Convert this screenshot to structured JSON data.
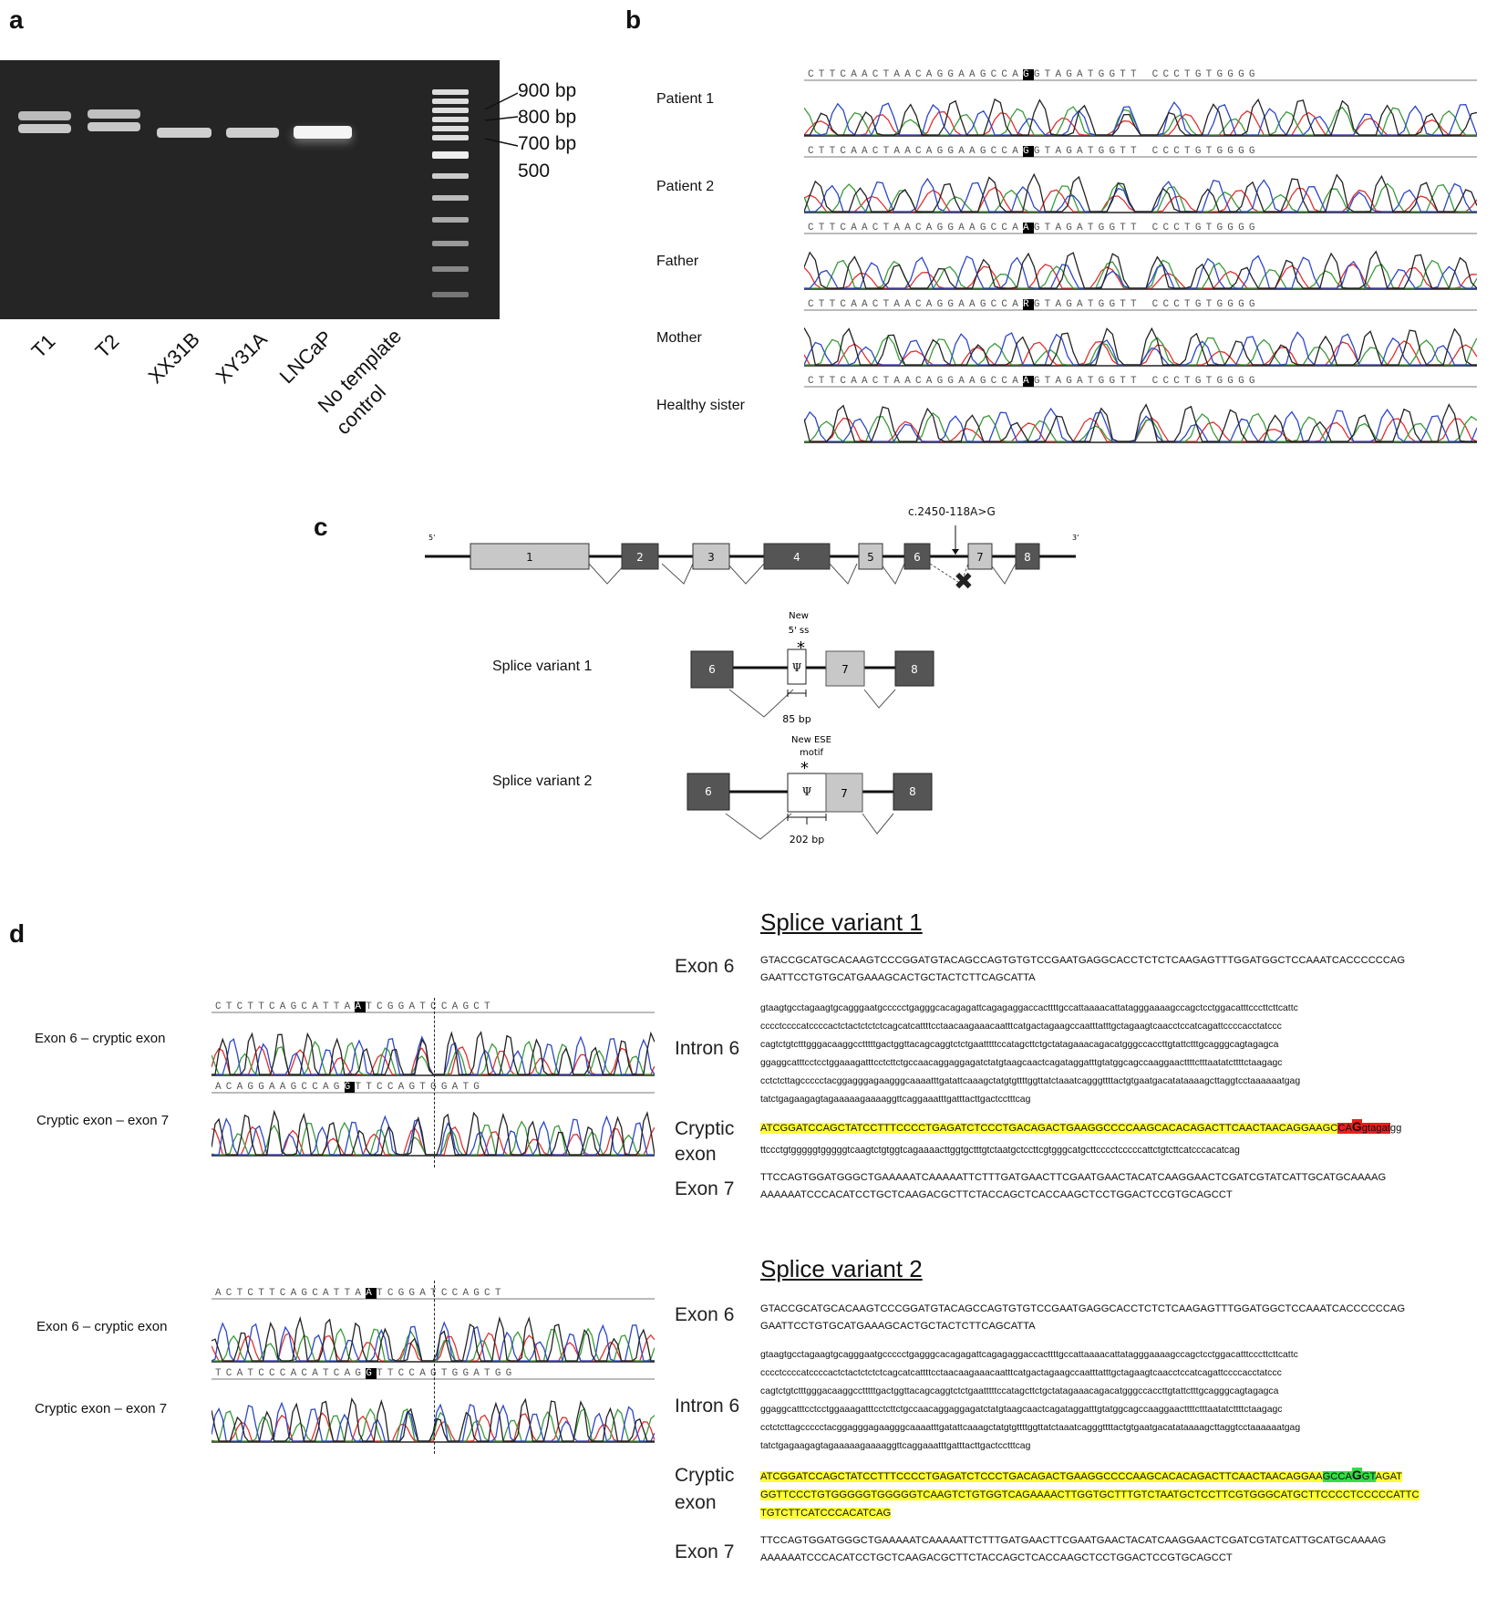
{
  "panel_a": {
    "letter": "a",
    "lanes": [
      "T1",
      "T2",
      "XX31B",
      "XY31A",
      "LNCaP",
      "No template",
      "control"
    ],
    "bp_labels": [
      "900 bp",
      "800 bp",
      "700 bp",
      "500"
    ]
  },
  "panel_b": {
    "letter": "b",
    "samples": [
      "Patient 1",
      "Patient 2",
      "Father",
      "Mother",
      "Healthy sister"
    ],
    "ref_seq": "CTTCAACTAACAGGAAGCCA",
    "ref_seq_tail": "GTAGATGGTT CCCTGTGGGG",
    "variant_bases": [
      "G",
      "G",
      "A",
      "R",
      "A"
    ]
  },
  "panel_c": {
    "letter": "c",
    "mutation": "c.2450-118A>G",
    "prime5": "5'",
    "prime3": "3'",
    "exons": [
      "1",
      "2",
      "3",
      "4",
      "5",
      "6",
      "7",
      "8"
    ],
    "variant1": {
      "label": "Splice variant 1",
      "note_line1": "New",
      "note_line2": "5' ss",
      "size": "85 bp",
      "psi": "Ψ",
      "exons": [
        "6",
        "7",
        "8"
      ]
    },
    "variant2": {
      "label": "Splice variant 2",
      "note_line1": "New ESE",
      "note_line2": "motif",
      "size": "202 bp",
      "psi": "Ψ",
      "exons": [
        "6",
        "7",
        "8"
      ]
    }
  },
  "panel_d": {
    "letter": "d",
    "trace_labels": [
      "Exon 6 – cryptic exon",
      "Cryptic exon – exon 7",
      "Exon 6 – cryptic exon",
      "Cryptic exon – exon 7"
    ],
    "trace_seqs": [
      "CTCTTCAGCATTA",
      "TCGGATCCAGCT",
      "ACAGGAAGCCAG",
      "TTCCAGTGGATG",
      "ACTCTTCAGCATTA",
      "TCGGATCCAGCT",
      "TCATCCCACATCAG",
      "TTCCAGTGGATGG"
    ],
    "trace_marks": [
      "A",
      "G",
      "A",
      "G"
    ],
    "variant1": {
      "title": "Splice variant 1",
      "exon6_label": "Exon 6",
      "exon6_seq": "GTACCGCATGCACAAGTCCCGGATGTACAGCCAGTGTGTCCGAATGAGGCACCTCTCTCAAGAGTTTGGATGGCTCCAAATCACCCCCCAG\nGAATTCCTGTGCATGAAAGCACTGCTACTCTTCAGCATTA",
      "intron6_label": "Intron 6",
      "intron6_seq": "gtaagtgcctagaagtgcagggaatgccccctgagggcacagagattcagagaggaccacttttgccattaaaacattatagggaaaagccagctcctggacatttcccttcttcattc\ncccctccccatccccactctactctctctcagcatcattttcctaacaagaaacaatttcatgactagaagccaatttatttgctagaagtcaacctccatcagattccccacctatccc\ncagtctgtctttgggacaaggcctttttgactggttacagcaggtctctgaatttttccatagcttctgctatagaaacagacatgggccaccttgtattctttgcagggcagtagagca\nggaggcatttcctcctggaaagatttcctcttctgccaacaggaggagatctatgtaagcaactcagataggatttgtatggcagccaaggaacttttctttaatatcttttctaagagc\ncctctcttagccccctacggagggagaagggcaaaatttgatattcaaagctatgtgttttggttatctaaatcagggttttactgtgaatgacatataaaagcttaggtcctaaaaaatgag\ntatctgagaagagtagaaaaagaaaaggttcaggaaatttgatttacttgactcctttcag",
      "cryptic_label_1": "Cryptic",
      "cryptic_label_2": "exon",
      "cryptic_yellow": "ATCGGATCCAGCTATCCTTTCCCCTGAGATCTCCCTGACAGACTGAAGGCCCCAAGCACACAGACTTCAACTAACAGGAAGC",
      "cryptic_red_a": "CA",
      "cryptic_red_g": "G",
      "cryptic_red_b": "gtagat",
      "cryptic_after": "gg",
      "cryptic_line2": "ttccctgtgggggtgggggtcaagtctgtggtcagaaaacttggtgctttgtctaatgctccttcgtgggcatgcttcccctcccccattctgtcttcatcccacatcag",
      "exon7_label": "Exon 7",
      "exon7_seq": "TTCCAGTGGATGGGCTGAAAAATCAAAAATTCTTTGATGAACTTCGAATGAACTACATCAAGGAACTCGATCGTATCATTGCATGCAAAAG\nAAAAAATCCCACATCCTGCTCAAGACGCTTCTACCAGCTCACCAAGCTCCTGGACTCCGTGCAGCCT"
    },
    "variant2": {
      "title": "Splice variant 2",
      "exon6_label": "Exon 6",
      "exon6_seq": "GTACCGCATGCACAAGTCCCGGATGTACAGCCAGTGTGTCCGAATGAGGCACCTCTCTCAAGAGTTTGGATGGCTCCAAATCACCCCCCAG\nGAATTCCTGTGCATGAAAGCACTGCTACTCTTCAGCATTA",
      "intron6_label": "Intron 6",
      "intron6_seq": "gtaagtgcctagaagtgcagggaatgccccctgagggcacagagattcagagaggaccacttttgccattaaaacattatagggaaaagccagctcctggacatttcccttcttcattc\ncccctccccatccccactctactctctctcagcatcattttcctaacaagaaacaatttcatgactagaagccaatttatttgctagaagtcaacctccatcagattccccacctatccc\ncagtctgtctttgggacaaggcctttttgactggttacagcaggtctctgaatttttccatagcttctgctatagaaacagacatgggccaccttgtattctttgcagggcagtagagca\nggaggcatttcctcctggaaagatttcctcttctgccaacaggaggagatctatgtaagcaactcagataggatttgtatggcagccaaggaacttttctttaatatcttttctaagagc\ncctctcttagccccctacggagggagaagggcaaaatttgatattcaaagctatgtgttttggttatctaaatcagggttttactgtgaatgacatataaaagcttaggtcctaaaaaatgag\ntatctgagaagagtagaaaaagaaaaggttcaggaaatttgatttacttgactcctttcag",
      "cryptic_label_1": "Cryptic",
      "cryptic_label_2": "exon",
      "cryptic_yellow_a": "ATCGGATCCAGCTATCCTTTCCCCTGAGATCTCCCTGACAGACTGAAGGCCCCAAGCACACAGACTTCAACTAACAGGAA",
      "cryptic_green_a": "GCCA",
      "cryptic_green_g": "G",
      "cryptic_green_b": "GT",
      "cryptic_yellow_b": "AGAT",
      "cryptic_line2": "GGTTCCCTGTGGGGGTGGGGGTCAAGTCTGTGGTCAGAAAACTTGGTGCTTTGTCTAATGCTCCTTCGTGGGCATGCTTCCCCTCCCCCATTC",
      "cryptic_line3": "TGTCTTCATCCCACATCAG",
      "exon7_label": "Exon 7",
      "exon7_seq": "TTCCAGTGGATGGGCTGAAAAATCAAAAATTCTTTGATGAACTTCGAATGAACTACATCAAGGAACTCGATCGTATCATTGCATGCAAAAG\nAAAAAATCCCACATCCTGCTCAAGACGCTTCTACCAGCTCACCAAGCTCCTGGACTCCGTGCAGCCT"
    }
  }
}
